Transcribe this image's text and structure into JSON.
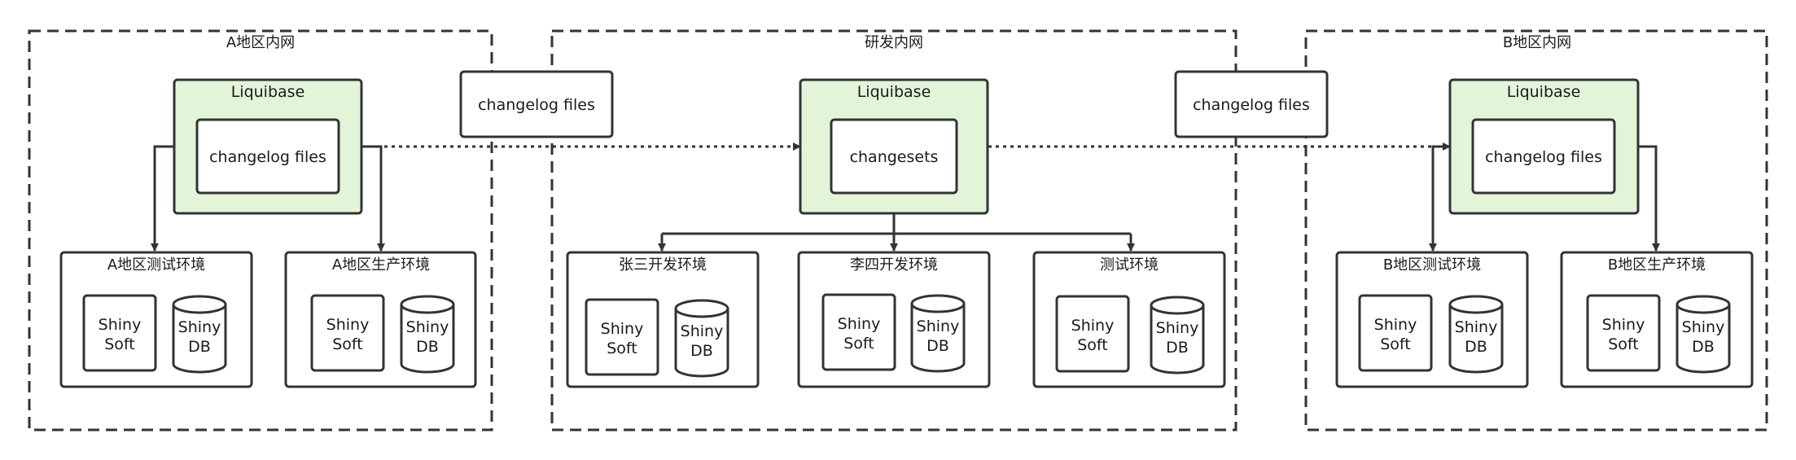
{
  "regions": {
    "a_net": {
      "title": "A地区内网"
    },
    "dev_net": {
      "title": "研发内网"
    },
    "b_net": {
      "title": "B地区内网"
    }
  },
  "liquibase": {
    "a": {
      "title": "Liquibase",
      "inner": "changelog files"
    },
    "dev": {
      "title": "Liquibase",
      "inner": "changesets"
    },
    "b": {
      "title": "Liquibase",
      "inner": "changelog files"
    }
  },
  "transfer": {
    "left": "changelog files",
    "right": "changelog files"
  },
  "envs": {
    "a_test": {
      "title": "A地区测试环境",
      "soft": [
        "Shiny",
        "Soft"
      ],
      "db": [
        "Shiny",
        "DB"
      ]
    },
    "a_prod": {
      "title": "A地区生产环境",
      "soft": [
        "Shiny",
        "Soft"
      ],
      "db": [
        "Shiny",
        "DB"
      ]
    },
    "zhangsan": {
      "title": "张三开发环境",
      "soft": [
        "Shiny",
        "Soft"
      ],
      "db": [
        "Shiny",
        "DB"
      ]
    },
    "lisi": {
      "title": "李四开发环境",
      "soft": [
        "Shiny",
        "Soft"
      ],
      "db": [
        "Shiny",
        "DB"
      ]
    },
    "test": {
      "title": "测试环境",
      "soft": [
        "Shiny",
        "Soft"
      ],
      "db": [
        "Shiny",
        "DB"
      ]
    },
    "b_test": {
      "title": "B地区测试环境",
      "soft": [
        "Shiny",
        "Soft"
      ],
      "db": [
        "Shiny",
        "DB"
      ]
    },
    "b_prod": {
      "title": "B地区生产环境",
      "soft": [
        "Shiny",
        "Soft"
      ],
      "db": [
        "Shiny",
        "DB"
      ]
    }
  },
  "colors": {
    "stroke": "#333333",
    "liquibase_fill": "#e3f5d9",
    "box_fill": "#ffffff"
  }
}
